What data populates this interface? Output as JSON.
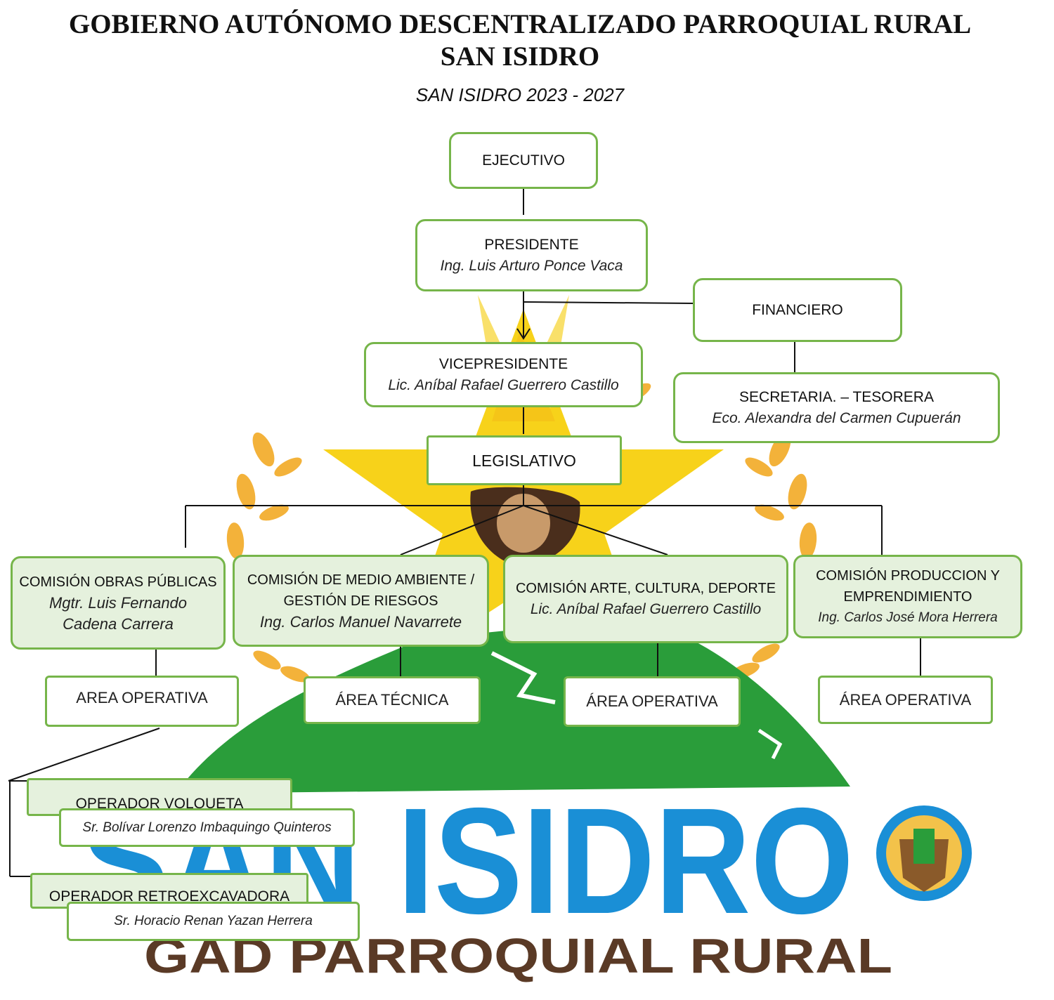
{
  "header": {
    "title_line1": "GOBIERNO AUTÓNOMO DESCENTRALIZADO PARROQUIAL RURAL",
    "title_line2": "SAN ISIDRO",
    "subtitle": "SAN ISIDRO 2023 - 2027"
  },
  "org": {
    "ejecutivo": "EJECUTIVO",
    "presidente": {
      "role": "PRESIDENTE",
      "name": "Ing. Luis Arturo Ponce Vaca"
    },
    "financiero": "FINANCIERO",
    "vicepresidente": {
      "role": "VICEPRESIDENTE",
      "name": "Lic. Aníbal Rafael Guerrero Castillo"
    },
    "secretaria": {
      "role": "SECRETARIA. – TESORERA",
      "name": "Eco. Alexandra del Carmen Cupuerán"
    },
    "legislativo": "LEGISLATIVO",
    "commissions": [
      {
        "role_lines": [
          "COMISIÓN OBRAS PÚBLICAS"
        ],
        "name_lines": [
          "Mgtr. Luis Fernando",
          "Cadena Carrera"
        ],
        "area": "AREA OPERATIVA"
      },
      {
        "role_lines": [
          "COMISIÓN DE MEDIO AMBIENTE /",
          "GESTIÓN DE RIESGOS"
        ],
        "name_lines": [
          "Ing. Carlos Manuel Navarrete"
        ],
        "area": "ÁREA TÉCNICA"
      },
      {
        "role_lines": [
          "COMISIÓN ARTE, CULTURA, DEPORTE"
        ],
        "name_lines": [
          "Lic. Aníbal Rafael Guerrero Castillo"
        ],
        "area": "ÁREA OPERATIVA"
      },
      {
        "role_lines": [
          "COMISIÓN PRODUCCION Y",
          "EMPRENDIMIENTO"
        ],
        "name_lines": [
          "Ing. Carlos José Mora Herrera"
        ],
        "area": "ÁREA OPERATIVA"
      }
    ],
    "operators": [
      {
        "role": "OPERADOR VOLQUETA",
        "name": "Sr. Bolívar Lorenzo Imbaquingo Quinteros"
      },
      {
        "role": "OPERADOR RETROEXCAVADORA",
        "name": "Sr. Horacio Renan Yazan Herrera"
      }
    ]
  },
  "logo": {
    "wordmark": "SAN ISIDRO",
    "tagline": "GAD PARROQUIAL RURAL",
    "colors": {
      "blue": "#1a8fd6",
      "green": "#2a9d3a",
      "yellow": "#f7d21a",
      "brown": "#5a3a26",
      "box_border": "#76b54a",
      "box_fill": "#e5f1dd"
    }
  }
}
